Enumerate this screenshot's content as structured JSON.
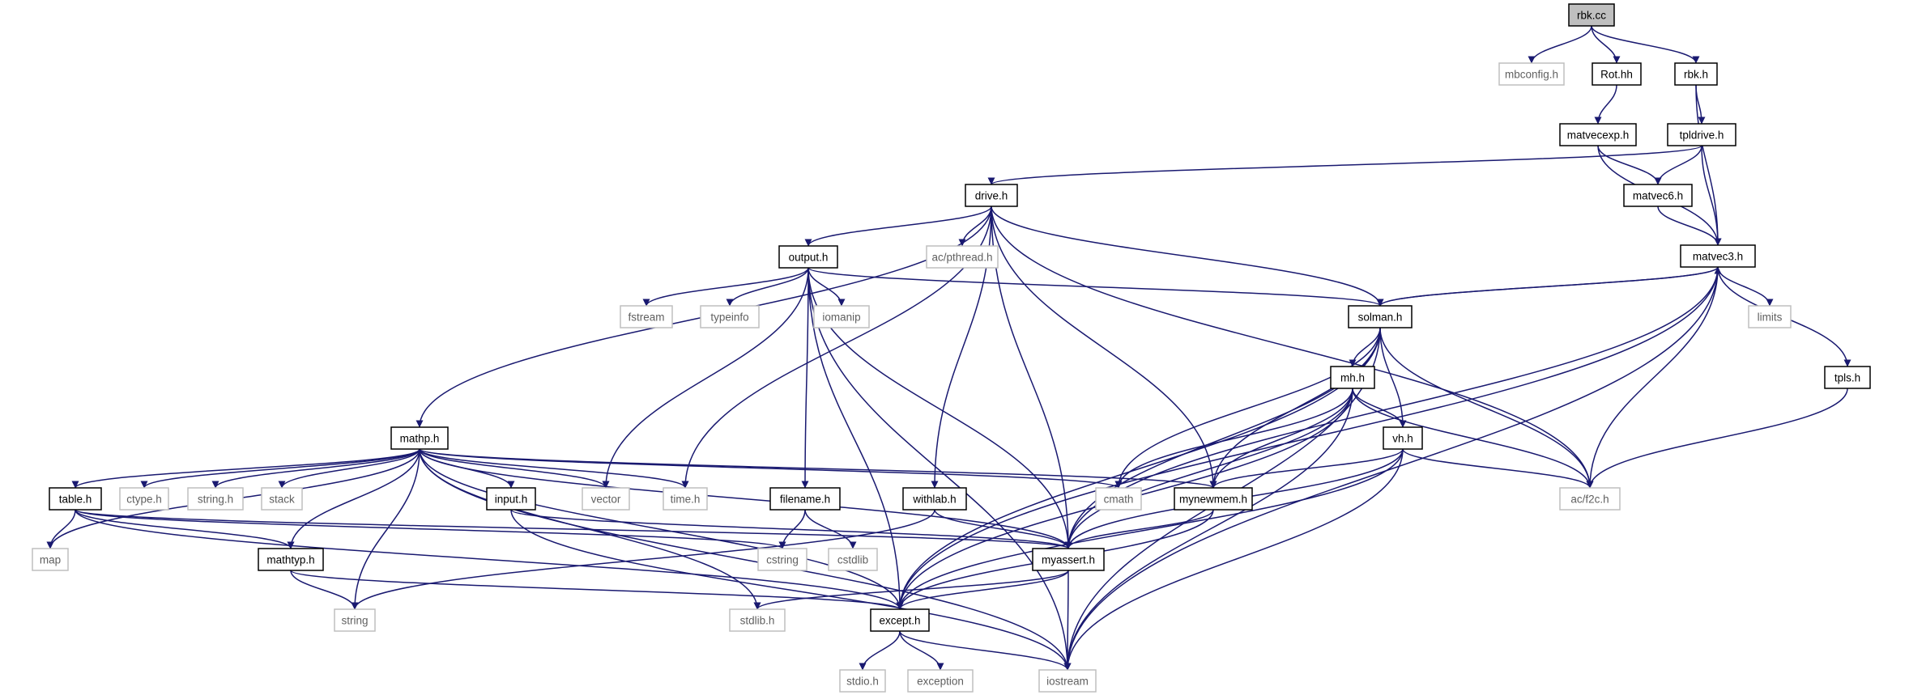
{
  "colors": {
    "edge": "#191970",
    "documented_border": "#000000",
    "system_border": "#bfbfbf",
    "root_fill": "#bfbfbf",
    "system_text": "#606060"
  },
  "nodes": [
    {
      "id": "rbk.cc",
      "label": "rbk.cc",
      "kind": "root"
    },
    {
      "id": "mbconfig.h",
      "label": "mbconfig.h",
      "kind": "sys"
    },
    {
      "id": "Rot.hh",
      "label": "Rot.hh",
      "kind": "doc"
    },
    {
      "id": "rbk.h",
      "label": "rbk.h",
      "kind": "doc"
    },
    {
      "id": "matvecexp.h",
      "label": "matvecexp.h",
      "kind": "doc"
    },
    {
      "id": "tpldrive.h",
      "label": "tpldrive.h",
      "kind": "doc"
    },
    {
      "id": "drive.h",
      "label": "drive.h",
      "kind": "doc"
    },
    {
      "id": "matvec6.h",
      "label": "matvec6.h",
      "kind": "doc"
    },
    {
      "id": "matvec3.h",
      "label": "matvec3.h",
      "kind": "doc"
    },
    {
      "id": "output.h",
      "label": "output.h",
      "kind": "doc"
    },
    {
      "id": "ac/pthread.h",
      "label": "ac/pthread.h",
      "kind": "sys"
    },
    {
      "id": "fstream",
      "label": "fstream",
      "kind": "sys"
    },
    {
      "id": "typeinfo",
      "label": "typeinfo",
      "kind": "sys"
    },
    {
      "id": "iomanip",
      "label": "iomanip",
      "kind": "sys"
    },
    {
      "id": "solman.h",
      "label": "solman.h",
      "kind": "doc"
    },
    {
      "id": "limits",
      "label": "limits",
      "kind": "sys"
    },
    {
      "id": "mh.h",
      "label": "mh.h",
      "kind": "doc"
    },
    {
      "id": "tpls.h",
      "label": "tpls.h",
      "kind": "doc"
    },
    {
      "id": "mathp.h",
      "label": "mathp.h",
      "kind": "doc"
    },
    {
      "id": "vh.h",
      "label": "vh.h",
      "kind": "doc"
    },
    {
      "id": "table.h",
      "label": "table.h",
      "kind": "doc"
    },
    {
      "id": "ctype.h",
      "label": "ctype.h",
      "kind": "sys"
    },
    {
      "id": "string.h",
      "label": "string.h",
      "kind": "sys"
    },
    {
      "id": "stack",
      "label": "stack",
      "kind": "sys"
    },
    {
      "id": "input.h",
      "label": "input.h",
      "kind": "doc"
    },
    {
      "id": "vector",
      "label": "vector",
      "kind": "sys"
    },
    {
      "id": "time.h",
      "label": "time.h",
      "kind": "sys"
    },
    {
      "id": "filename.h",
      "label": "filename.h",
      "kind": "doc"
    },
    {
      "id": "withlab.h",
      "label": "withlab.h",
      "kind": "doc"
    },
    {
      "id": "cmath",
      "label": "cmath",
      "kind": "sys"
    },
    {
      "id": "mynewmem.h",
      "label": "mynewmem.h",
      "kind": "doc"
    },
    {
      "id": "ac/f2c.h",
      "label": "ac/f2c.h",
      "kind": "sys"
    },
    {
      "id": "map",
      "label": "map",
      "kind": "sys"
    },
    {
      "id": "cstring",
      "label": "cstring",
      "kind": "sys"
    },
    {
      "id": "cstdlib",
      "label": "cstdlib",
      "kind": "sys"
    },
    {
      "id": "myassert.h",
      "label": "myassert.h",
      "kind": "doc"
    },
    {
      "id": "mathtyp.h",
      "label": "mathtyp.h",
      "kind": "doc"
    },
    {
      "id": "string",
      "label": "string",
      "kind": "sys"
    },
    {
      "id": "stdlib.h",
      "label": "stdlib.h",
      "kind": "sys"
    },
    {
      "id": "except.h",
      "label": "except.h",
      "kind": "doc"
    },
    {
      "id": "stdio.h",
      "label": "stdio.h",
      "kind": "sys"
    },
    {
      "id": "exception",
      "label": "exception",
      "kind": "sys"
    },
    {
      "id": "iostream",
      "label": "iostream",
      "kind": "sys"
    }
  ],
  "edges": [
    [
      "rbk.cc",
      "mbconfig.h"
    ],
    [
      "rbk.cc",
      "Rot.hh"
    ],
    [
      "rbk.cc",
      "rbk.h"
    ],
    [
      "Rot.hh",
      "matvecexp.h"
    ],
    [
      "rbk.h",
      "tpldrive.h"
    ],
    [
      "rbk.h",
      "matvec3.h"
    ],
    [
      "matvecexp.h",
      "matvec6.h"
    ],
    [
      "matvecexp.h",
      "matvec3.h"
    ],
    [
      "tpldrive.h",
      "drive.h"
    ],
    [
      "tpldrive.h",
      "matvec6.h"
    ],
    [
      "tpldrive.h",
      "matvec3.h"
    ],
    [
      "matvec6.h",
      "matvec3.h"
    ],
    [
      "drive.h",
      "output.h"
    ],
    [
      "drive.h",
      "ac/pthread.h"
    ],
    [
      "drive.h",
      "solman.h"
    ],
    [
      "drive.h",
      "mathp.h"
    ],
    [
      "drive.h",
      "withlab.h"
    ],
    [
      "drive.h",
      "time.h"
    ],
    [
      "drive.h",
      "mynewmem.h"
    ],
    [
      "drive.h",
      "myassert.h"
    ],
    [
      "drive.h",
      "ac/f2c.h"
    ],
    [
      "matvec3.h",
      "solman.h"
    ],
    [
      "matvec3.h",
      "limits"
    ],
    [
      "matvec3.h",
      "tpls.h"
    ],
    [
      "matvec3.h",
      "ac/f2c.h"
    ],
    [
      "matvec3.h",
      "myassert.h"
    ],
    [
      "matvec3.h",
      "except.h"
    ],
    [
      "matvec3.h",
      "iostream"
    ],
    [
      "output.h",
      "fstream"
    ],
    [
      "output.h",
      "typeinfo"
    ],
    [
      "output.h",
      "iomanip"
    ],
    [
      "output.h",
      "solman.h"
    ],
    [
      "output.h",
      "vector"
    ],
    [
      "output.h",
      "filename.h"
    ],
    [
      "output.h",
      "myassert.h"
    ],
    [
      "output.h",
      "except.h"
    ],
    [
      "output.h",
      "iostream"
    ],
    [
      "solman.h",
      "matvec3.h"
    ],
    [
      "solman.h",
      "mh.h"
    ],
    [
      "solman.h",
      "vh.h"
    ],
    [
      "solman.h",
      "cmath"
    ],
    [
      "solman.h",
      "mynewmem.h"
    ],
    [
      "solman.h",
      "ac/f2c.h"
    ],
    [
      "solman.h",
      "myassert.h"
    ],
    [
      "solman.h",
      "except.h"
    ],
    [
      "solman.h",
      "iostream"
    ],
    [
      "mh.h",
      "vh.h"
    ],
    [
      "mh.h",
      "cmath"
    ],
    [
      "mh.h",
      "mynewmem.h"
    ],
    [
      "mh.h",
      "ac/f2c.h"
    ],
    [
      "mh.h",
      "myassert.h"
    ],
    [
      "mh.h",
      "except.h"
    ],
    [
      "mh.h",
      "iostream"
    ],
    [
      "tpls.h",
      "ac/f2c.h"
    ],
    [
      "mathp.h",
      "table.h"
    ],
    [
      "mathp.h",
      "ctype.h"
    ],
    [
      "mathp.h",
      "string.h"
    ],
    [
      "mathp.h",
      "stack"
    ],
    [
      "mathp.h",
      "input.h"
    ],
    [
      "mathp.h",
      "vector"
    ],
    [
      "mathp.h",
      "time.h"
    ],
    [
      "mathp.h",
      "cmath"
    ],
    [
      "mathp.h",
      "mynewmem.h"
    ],
    [
      "mathp.h",
      "map"
    ],
    [
      "mathp.h",
      "mathtyp.h"
    ],
    [
      "mathp.h",
      "string"
    ],
    [
      "mathp.h",
      "myassert.h"
    ],
    [
      "mathp.h",
      "stdlib.h"
    ],
    [
      "mathp.h",
      "except.h"
    ],
    [
      "mathp.h",
      "iostream"
    ],
    [
      "vh.h",
      "mynewmem.h"
    ],
    [
      "vh.h",
      "ac/f2c.h"
    ],
    [
      "vh.h",
      "myassert.h"
    ],
    [
      "vh.h",
      "except.h"
    ],
    [
      "vh.h",
      "iostream"
    ],
    [
      "table.h",
      "map"
    ],
    [
      "table.h",
      "cstring"
    ],
    [
      "table.h",
      "mathtyp.h"
    ],
    [
      "table.h",
      "except.h"
    ],
    [
      "table.h",
      "myassert.h"
    ],
    [
      "input.h",
      "myassert.h"
    ],
    [
      "input.h",
      "iostream"
    ],
    [
      "filename.h",
      "cstring"
    ],
    [
      "filename.h",
      "cstdlib"
    ],
    [
      "withlab.h",
      "myassert.h"
    ],
    [
      "withlab.h",
      "string"
    ],
    [
      "mynewmem.h",
      "myassert.h"
    ],
    [
      "mynewmem.h",
      "except.h"
    ],
    [
      "myassert.h",
      "stdlib.h"
    ],
    [
      "myassert.h",
      "except.h"
    ],
    [
      "myassert.h",
      "iostream"
    ],
    [
      "mathtyp.h",
      "string"
    ],
    [
      "mathtyp.h",
      "except.h"
    ],
    [
      "except.h",
      "stdio.h"
    ],
    [
      "except.h",
      "exception"
    ],
    [
      "except.h",
      "iostream"
    ]
  ]
}
